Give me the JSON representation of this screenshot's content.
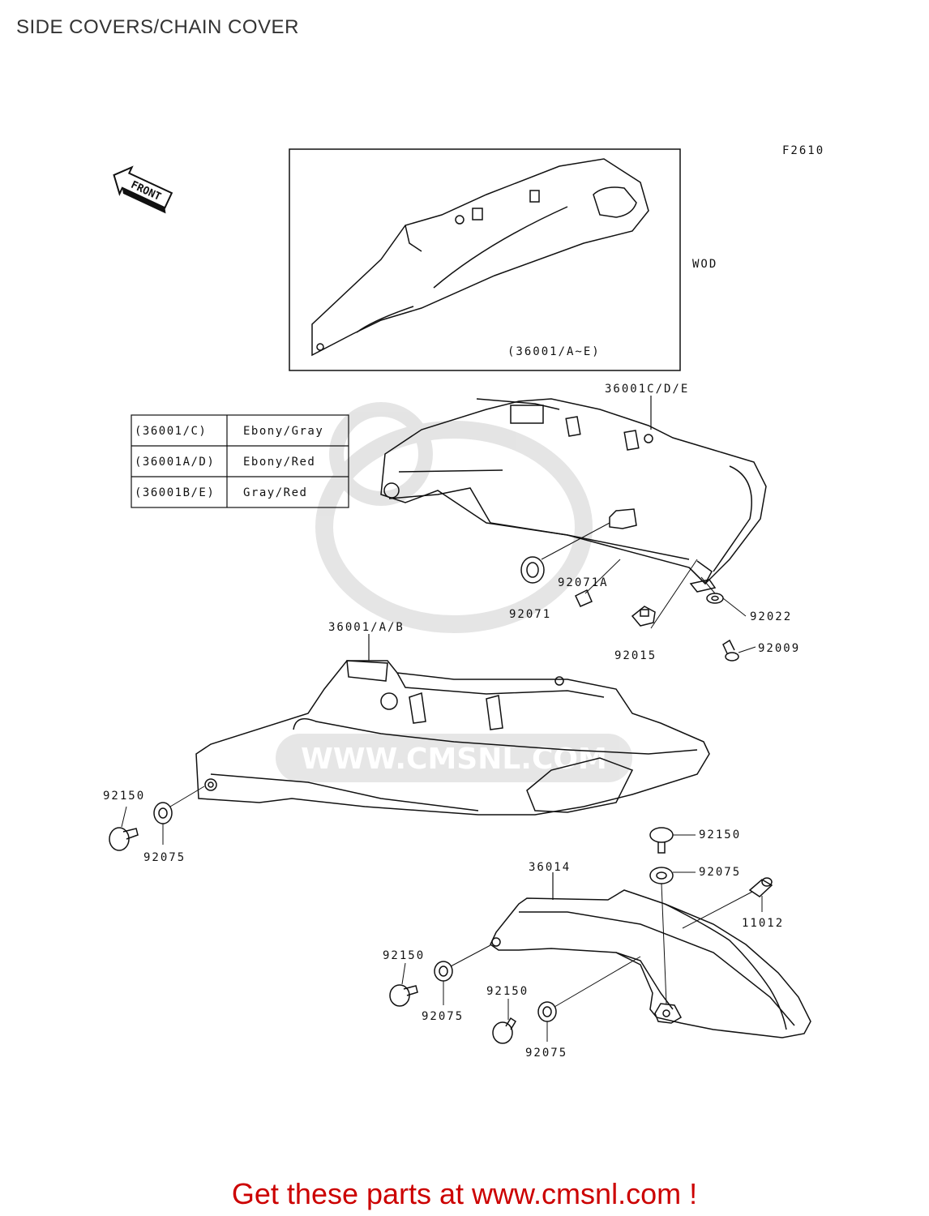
{
  "title": "SIDE COVERS/CHAIN COVER",
  "figure_code": "F2610",
  "front_label": "FRONT",
  "inset": {
    "note": "WOD",
    "part_label": "(36001/A~E)"
  },
  "color_table": [
    {
      "code": "(36001/C)",
      "color": "Ebony/Gray"
    },
    {
      "code": "(36001A/D)",
      "color": "Ebony/Red"
    },
    {
      "code": "(36001B/E)",
      "color": "Gray/Red"
    }
  ],
  "callouts": {
    "c36001cde": "36001C/D/E",
    "c92071a": "92071A",
    "c92071": "92071",
    "c92022": "92022",
    "c92015": "92015",
    "c92009": "92009",
    "c36001ab": "36001/A/B",
    "c92150_left": "92150",
    "c92075_left": "92075",
    "c92150_right": "92150",
    "c92075_right": "92075",
    "c36014": "36014",
    "c11012": "11012",
    "c92150_bl": "92150",
    "c92075_bl": "92075",
    "c92150_bm": "92150",
    "c92075_bm": "92075"
  },
  "watermark": "WWW.CMSNL.COM",
  "footer": "Get these parts at www.cmsnl.com !",
  "colors": {
    "footer": "#cc0000",
    "line": "#111111",
    "watermark": "#dddddd"
  }
}
